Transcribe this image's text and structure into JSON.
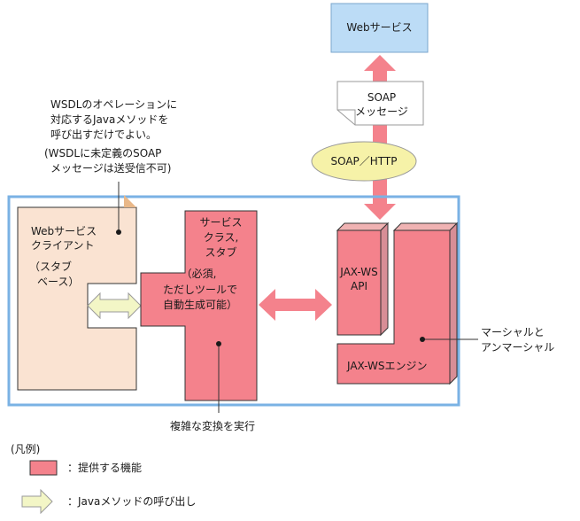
{
  "web_service": {
    "label": "Webサービス"
  },
  "soap_message": {
    "line1": "SOAP",
    "line2": "メッセージ"
  },
  "protocol": {
    "label": "SOAP／HTTP"
  },
  "note_top": {
    "line1": "WSDLのオペレーションに",
    "line2": "対応するJavaメソッドを",
    "line3": "呼び出すだけでよい。",
    "line4": "(WSDLに未定義のSOAP",
    "line5": "メッセージは送受信不可)"
  },
  "client": {
    "line1": "Webサービス",
    "line2": "クライアント",
    "line3": "（スタブ",
    "line4": "ベース）"
  },
  "service_class": {
    "line1": "サービス",
    "line2": "クラス,",
    "line3": "スタブ",
    "line4": "（必須,",
    "line5": "ただしツールで",
    "line6": "自動生成可能）"
  },
  "jaxws_api": {
    "line1": "JAX-WS",
    "line2": "API"
  },
  "jaxws_engine": {
    "label": "JAX-WSエンジン"
  },
  "marshal_note": {
    "line1": "マーシャルと",
    "line2": "アンマーシャル"
  },
  "conversion_note": {
    "label": "複雑な変換を実行"
  },
  "legend": {
    "title": "(凡例)",
    "provided_label": "：提供する機能",
    "call_label": "：Javaメソッドの呼び出し"
  },
  "colors": {
    "pink": "#f4828c",
    "beige": "#fae3d2",
    "blue_frame": "#7ab2e4",
    "web_service_fill": "#bcdcf6",
    "ellipse": "#f6f2a8",
    "call_arrow": "#f3f6c6"
  }
}
